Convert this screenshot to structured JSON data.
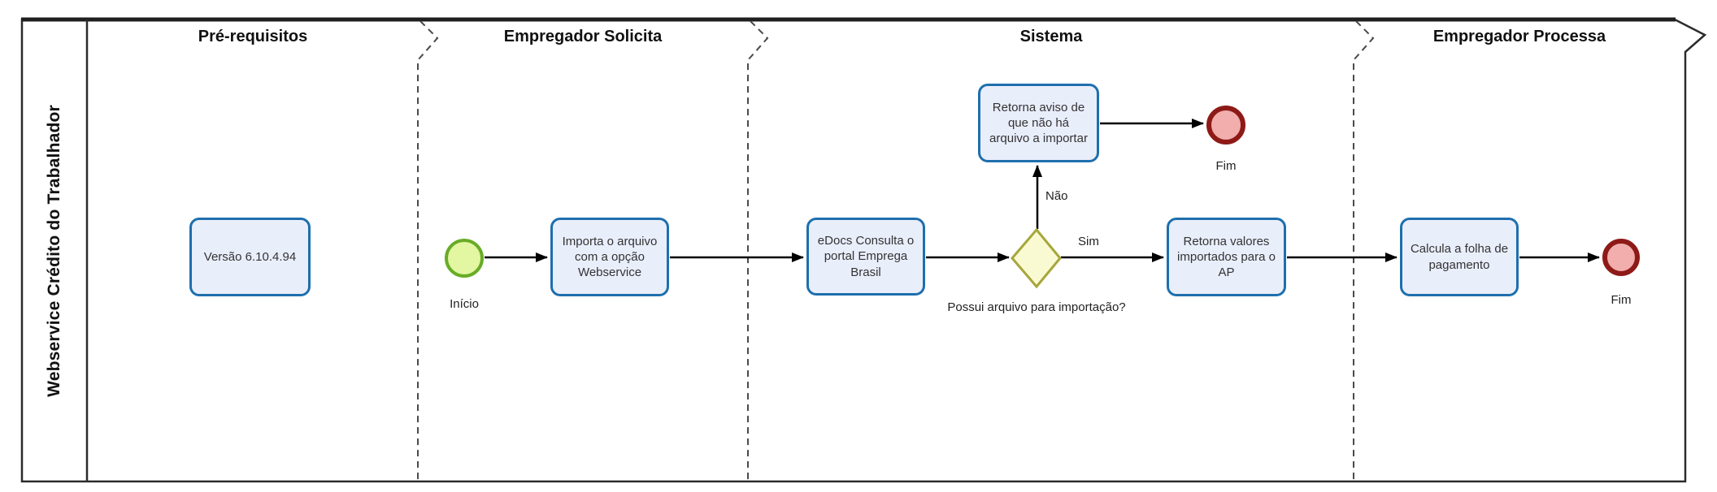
{
  "pool": {
    "label": "Webservice Crédito do Trabalhador"
  },
  "lanes": [
    {
      "label": "Pré-requisitos"
    },
    {
      "label": "Empregador Solicita"
    },
    {
      "label": "Sistema"
    },
    {
      "label": "Empregador Processa"
    }
  ],
  "nodes": {
    "versao": {
      "label": "Versão 6.10.4.94"
    },
    "inicio": {
      "label": "Início"
    },
    "importa": {
      "label": "Importa o arquivo com a opção Webservice"
    },
    "edocs": {
      "label": "eDocs Consulta o portal Emprega Brasil"
    },
    "gateway": {
      "label": "Possui arquivo para importação?"
    },
    "retorna_aviso": {
      "label": "Retorna aviso de que não há arquivo a importar"
    },
    "fim_aviso": {
      "label": "Fim"
    },
    "retorna_valores": {
      "label": "Retorna valores importados para o AP"
    },
    "calcula": {
      "label": "Calcula a folha de pagamento"
    },
    "fim_final": {
      "label": "Fim"
    }
  },
  "edge_labels": {
    "nao": "Não",
    "sim": "Sim"
  },
  "colors": {
    "task_fill": "#E9EEFB",
    "task_border": "#1E6FAD",
    "gateway_fill": "#FAFAD2",
    "gateway_border": "#A6A63C",
    "start_fill": "#E3F6A2",
    "start_border": "#68AC27",
    "end_fill": "#F1AEAC",
    "end_border": "#8E1A18",
    "connector": "#000000",
    "frame": "#2B2B2B",
    "lane_divider": "#4A4A4A"
  }
}
